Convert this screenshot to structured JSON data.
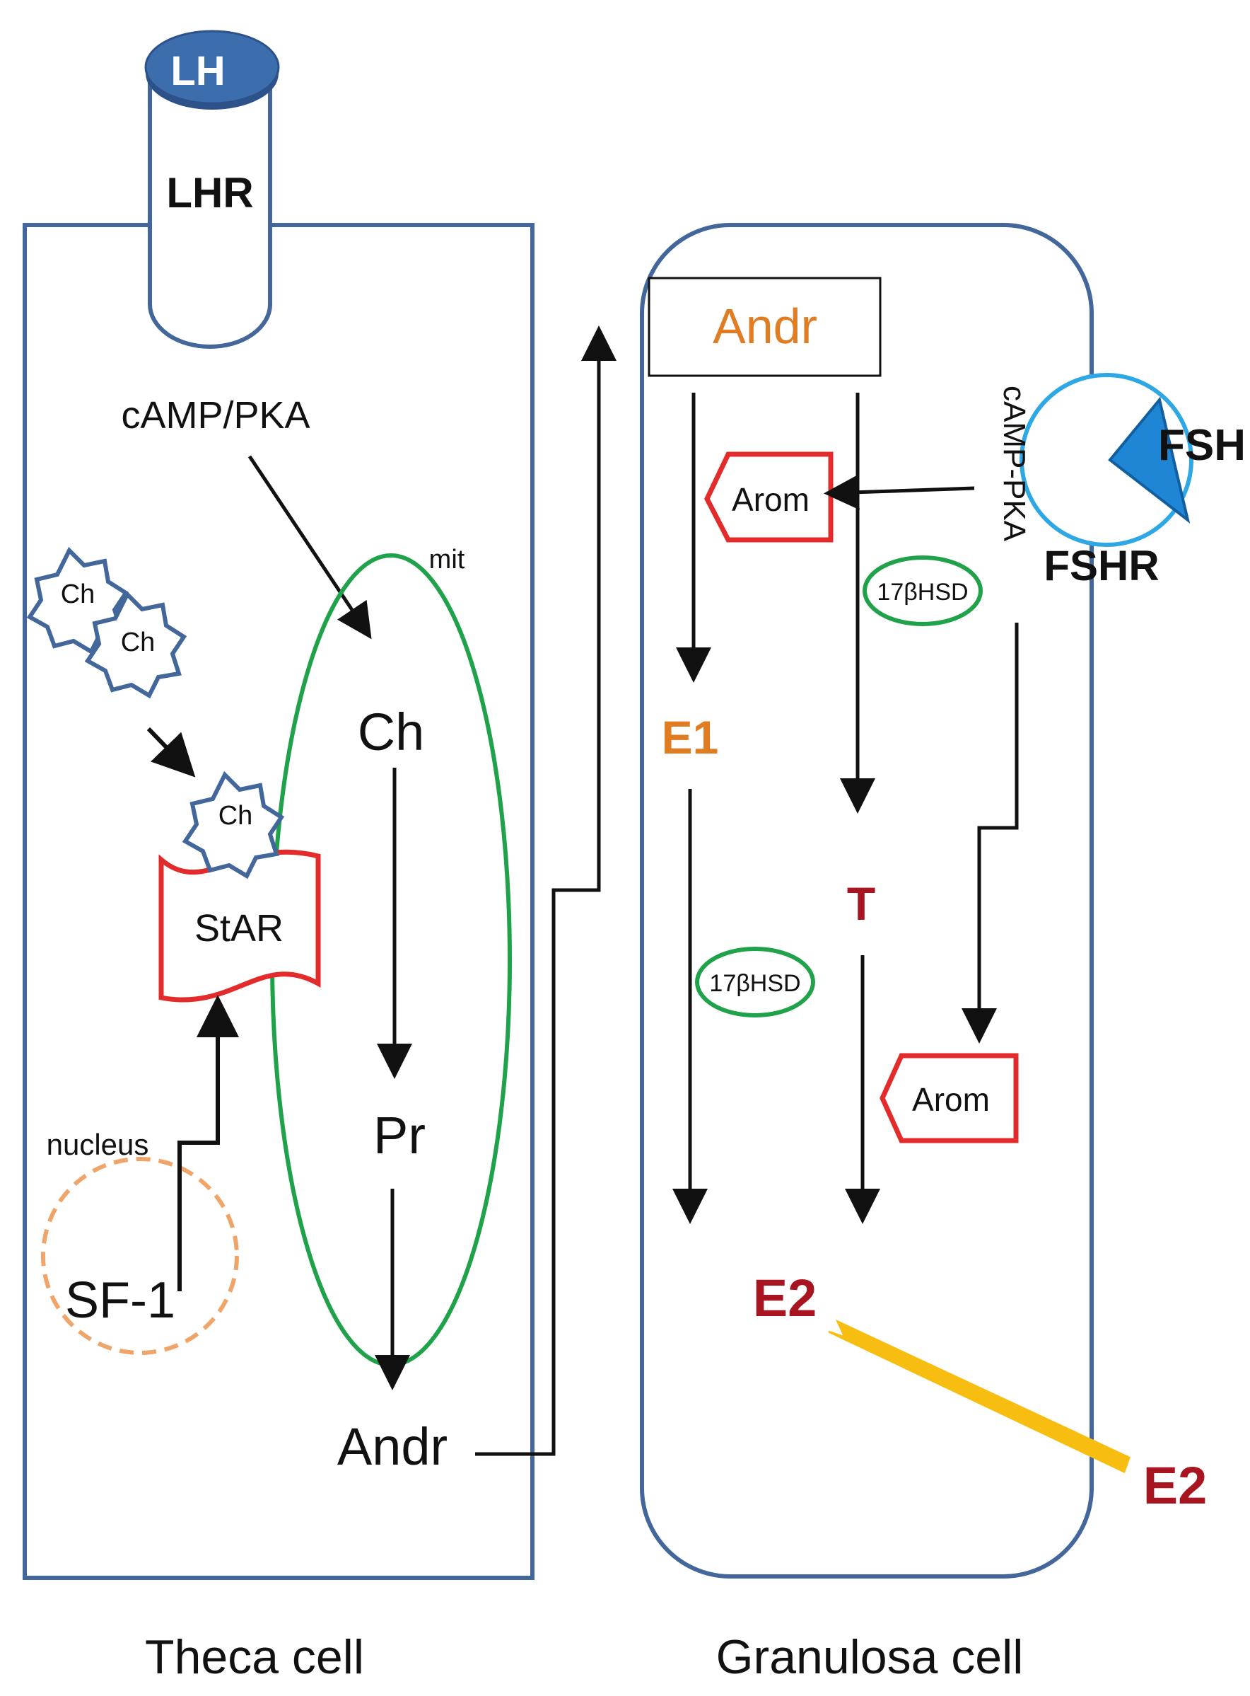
{
  "colors": {
    "cell_border": "#43679B",
    "receptor_lh": "#3C6EAE",
    "fshr_ring": "#2EA8E4",
    "fsh_wedge": "#1F86D6",
    "mitochondrion": "#1FA24A",
    "star_red": "#E32B2B",
    "nucleus": "#EFA46A",
    "estrone": "#E07C22",
    "dark_red": "#A8141F",
    "e2_arrow": "#F7BD11",
    "andr_box_text": "#E07C22",
    "black": "#111111"
  },
  "theca": {
    "label": "Theca cell",
    "lh": "LH",
    "lhr": "LHR",
    "camp_pka": "cAMP/PKA",
    "mit": "mit",
    "ch_molecules": [
      "Ch",
      "Ch",
      "Ch"
    ],
    "star": "StAR",
    "nucleus": "nucleus",
    "sf1": "SF-1",
    "ch": "Ch",
    "pr": "Pr",
    "andr": "Andr"
  },
  "granulosa": {
    "label": "Granulosa cell",
    "andr": "Andr",
    "camp_pka": "cAMP-PKA",
    "fsh": "FSH",
    "fshr": "FSHR",
    "arom_1": "Arom",
    "arom_2": "Arom",
    "hsd_1": "17βHSD",
    "hsd_2": "17βHSD",
    "e1": "E1",
    "t": "T",
    "e2": "E2",
    "e2_out": "E2"
  }
}
